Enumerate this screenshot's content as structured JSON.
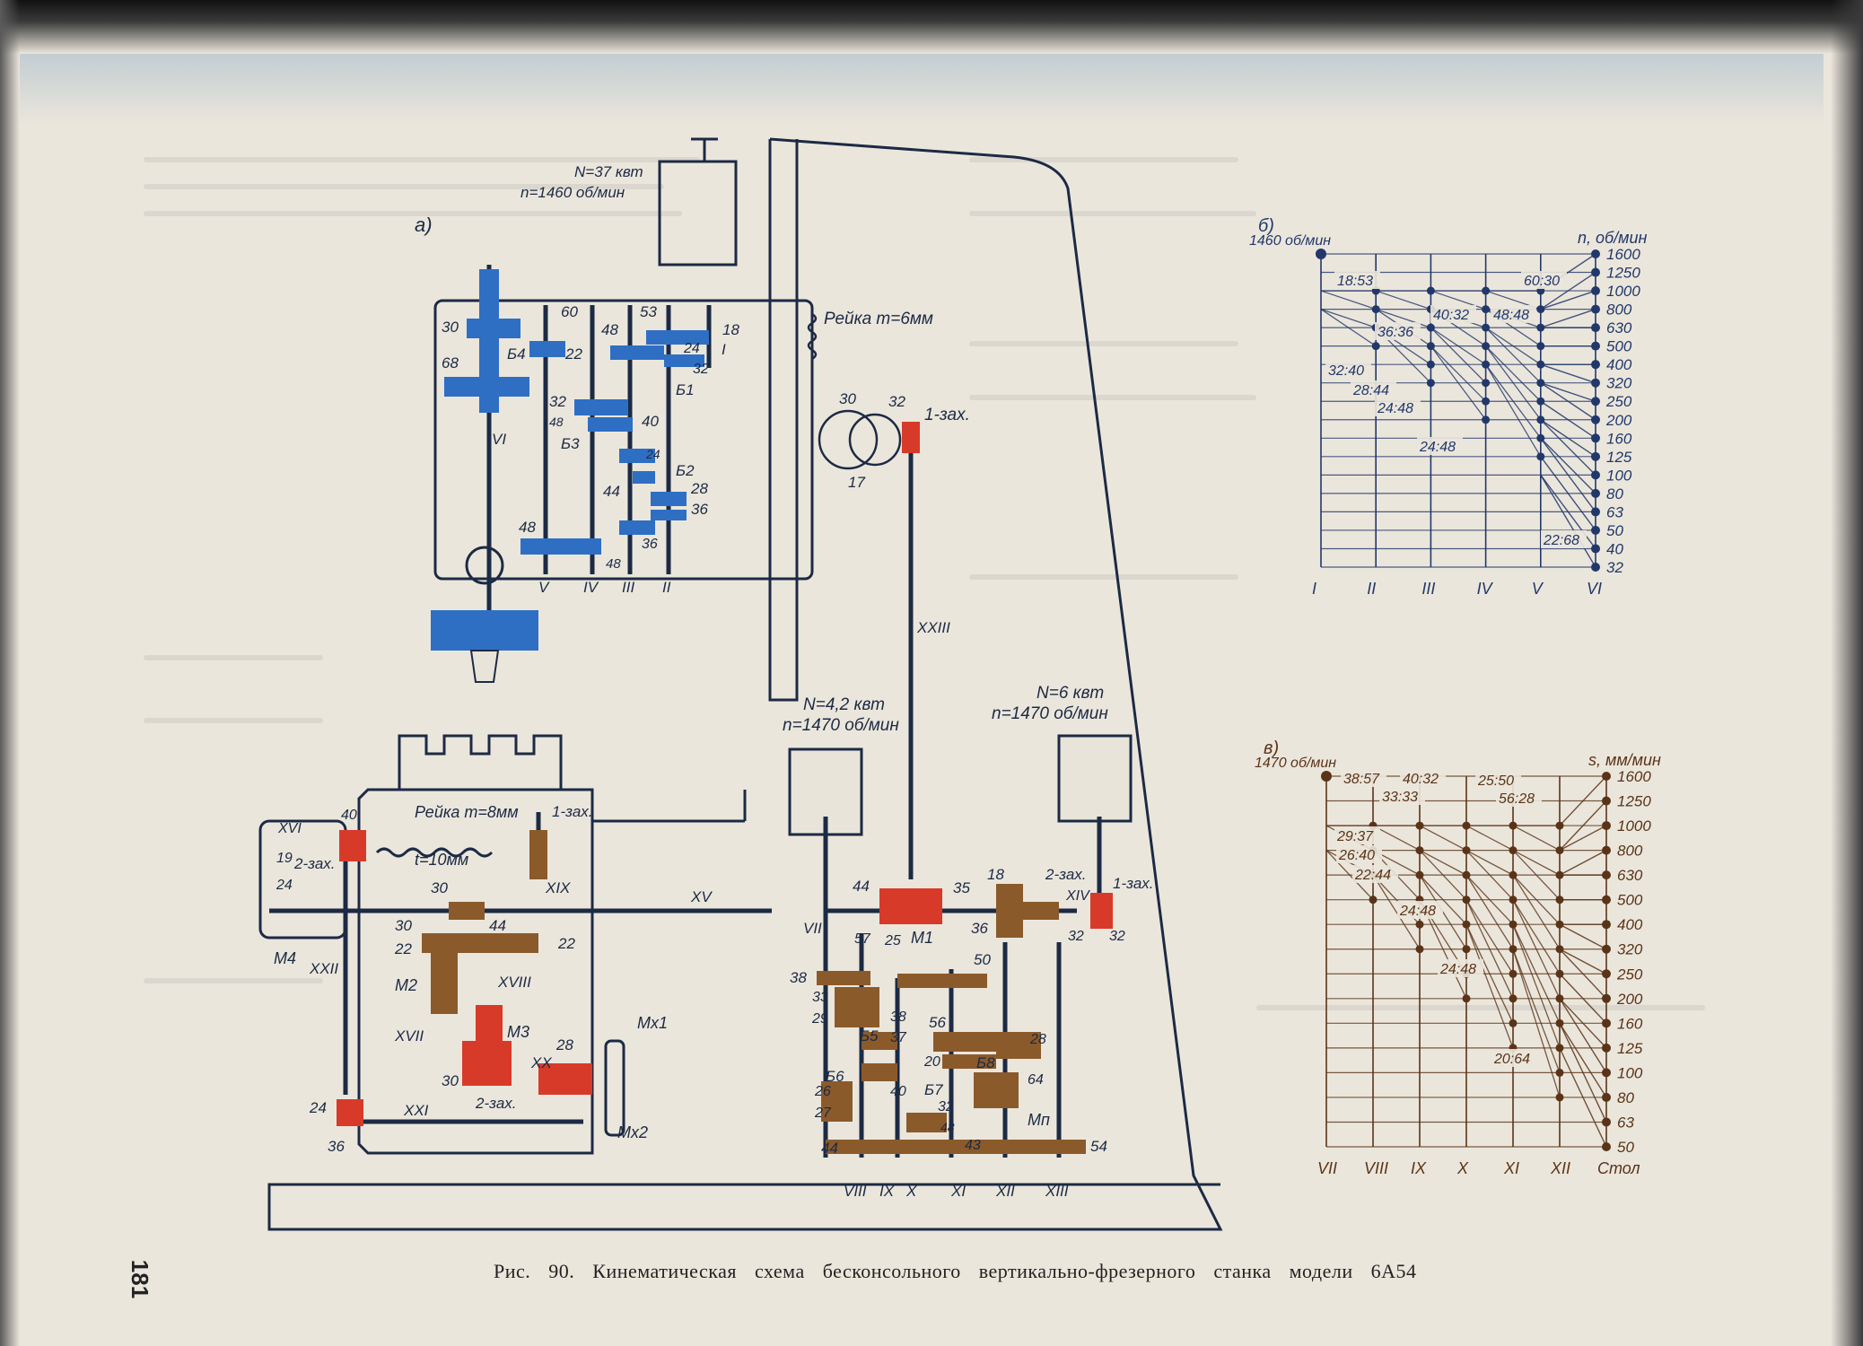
{
  "caption": "Рис. 90. Кинематическая схема бесконсольного вертикально-фрезерного станка модели 6А54",
  "page_number": "181",
  "colors": {
    "spindle_gears": "#2e6fc4",
    "feed_gears": "#8b5a2b",
    "clutch": "#d83a2a",
    "ink": "#1c2a44",
    "chart_b": "#22386a",
    "chart_v": "#5a3418"
  },
  "diagram_a": {
    "label": "а)",
    "motor_main": {
      "power": "N=37 квт",
      "speed": "n=1460 об/мин"
    },
    "motor_feed": {
      "power": "N=4,2 квт",
      "speed": "n=1470 об/мин"
    },
    "motor_rapid": {
      "power": "N=6 квт",
      "speed": "n=1470 об/мин"
    },
    "rack_spindle": "Рейка m=6мм",
    "rack_feed": "Рейка m=8мм",
    "screw": "t=10мм",
    "worm_1": "1-зах.",
    "worm_2": "1-зах.",
    "worm_3": "1-зах.",
    "worm_4": "2-зах.",
    "worm_5": "2-зах.",
    "worm_6": "2-зах.",
    "block_labels": [
      "Б4",
      "Б3",
      "Б2",
      "Б1",
      "Б5",
      "Б6",
      "Б7",
      "Б8"
    ],
    "clutch_labels": [
      "M1",
      "M2",
      "M3",
      "M4",
      "Mx1",
      "Mx2",
      "Mп"
    ],
    "shaft_labels": [
      "VI",
      "V",
      "IV",
      "III",
      "II",
      "I",
      "VII",
      "VIII",
      "IX",
      "X",
      "XI",
      "XII",
      "XIII",
      "XIV",
      "XV",
      "XVI",
      "XVII",
      "XVIII",
      "XIX",
      "XX",
      "XXI",
      "XXII",
      "XXIII"
    ],
    "gear_numbers": [
      "30",
      "68",
      "60",
      "48",
      "53",
      "18",
      "22",
      "24",
      "32",
      "32",
      "40",
      "48",
      "24",
      "44",
      "28",
      "36",
      "36",
      "48",
      "48",
      "30",
      "32",
      "17",
      "40",
      "19",
      "24",
      "30",
      "30",
      "44",
      "22",
      "22",
      "24",
      "36",
      "28",
      "30",
      "44",
      "35",
      "36",
      "18",
      "32",
      "32",
      "57",
      "25",
      "50",
      "38",
      "33",
      "29",
      "38",
      "37",
      "56",
      "28",
      "20",
      "26",
      "27",
      "40",
      "32",
      "48",
      "64",
      "44",
      "43",
      "54"
    ]
  },
  "chart_data": [
    {
      "type": "diagram",
      "label": "б)",
      "title": "",
      "input_speed": "1460 об/мин",
      "y_axis_label": "n, об/мин",
      "shafts": [
        "I",
        "II",
        "III",
        "IV",
        "V",
        "VI"
      ],
      "speeds": [
        "1600",
        "1250",
        "1000",
        "800",
        "630",
        "500",
        "400",
        "320",
        "250",
        "200",
        "160",
        "125",
        "100",
        "80",
        "63",
        "50",
        "40",
        "32"
      ],
      "ratios": [
        "18:53",
        "60:30",
        "36:36",
        "40:32",
        "48:48",
        "32:40",
        "28:44",
        "24:48",
        "24:48",
        "22:68"
      ]
    },
    {
      "type": "diagram",
      "label": "в)",
      "title": "",
      "input_speed": "1470 об/мин",
      "y_axis_label": "s, мм/мин",
      "shafts": [
        "VII",
        "VIII",
        "IX",
        "X",
        "XI",
        "XII",
        "Стол"
      ],
      "speeds": [
        "1600",
        "1250",
        "1000",
        "800",
        "630",
        "500",
        "400",
        "320",
        "250",
        "200",
        "160",
        "125",
        "100",
        "80",
        "63",
        "50"
      ],
      "ratios": [
        "38:57",
        "40:32",
        "25:50",
        "33:33",
        "56:28",
        "29:37",
        "26:40",
        "22:44",
        "24:48",
        "24:48",
        "20:64"
      ]
    }
  ]
}
